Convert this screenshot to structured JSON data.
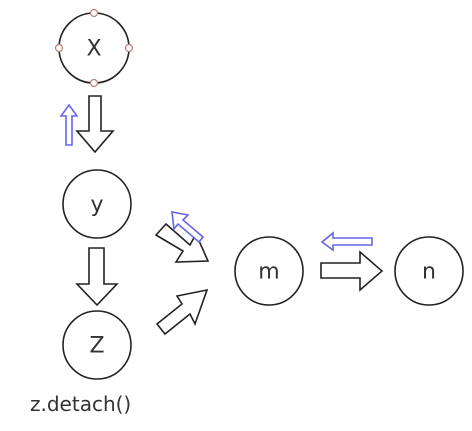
{
  "nodes": {
    "x": {
      "label": "X"
    },
    "y": {
      "label": "y"
    },
    "z": {
      "label": "Z"
    },
    "m": {
      "label": "m"
    },
    "n": {
      "label": "n"
    }
  },
  "caption": "z.detach()",
  "colors": {
    "stroke": "#222222",
    "text": "#333333",
    "back_arrow": "#6666e6",
    "handle": "#c07b7b"
  }
}
